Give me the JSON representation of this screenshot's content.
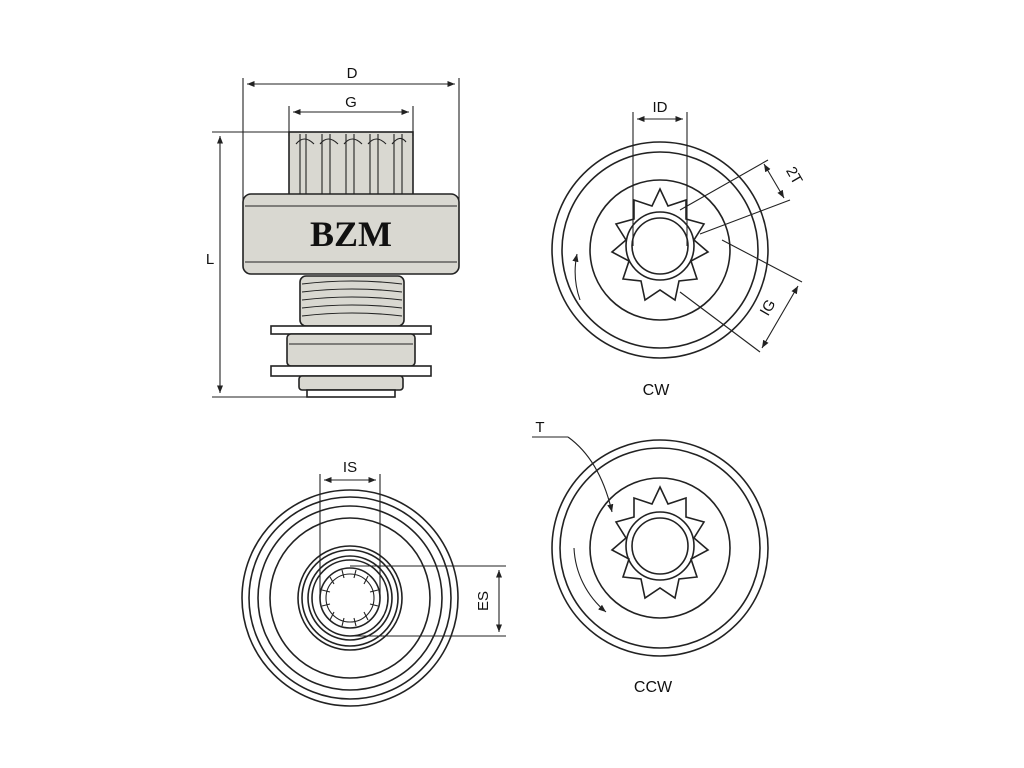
{
  "brand": "BZM",
  "side_view": {
    "dimensions": {
      "d": "D",
      "g": "G",
      "l": "L"
    }
  },
  "cw_view": {
    "label": "CW",
    "dimensions": {
      "id": "ID",
      "two_t": "2T",
      "ig": "IG"
    }
  },
  "rear_view": {
    "dimensions": {
      "is": "IS",
      "es": "ES"
    }
  },
  "ccw_view": {
    "label": "CCW",
    "dimensions": {
      "t": "T"
    }
  },
  "colors": {
    "line": "#222222",
    "part_fill": "#d9d8d1",
    "background": "#ffffff"
  }
}
